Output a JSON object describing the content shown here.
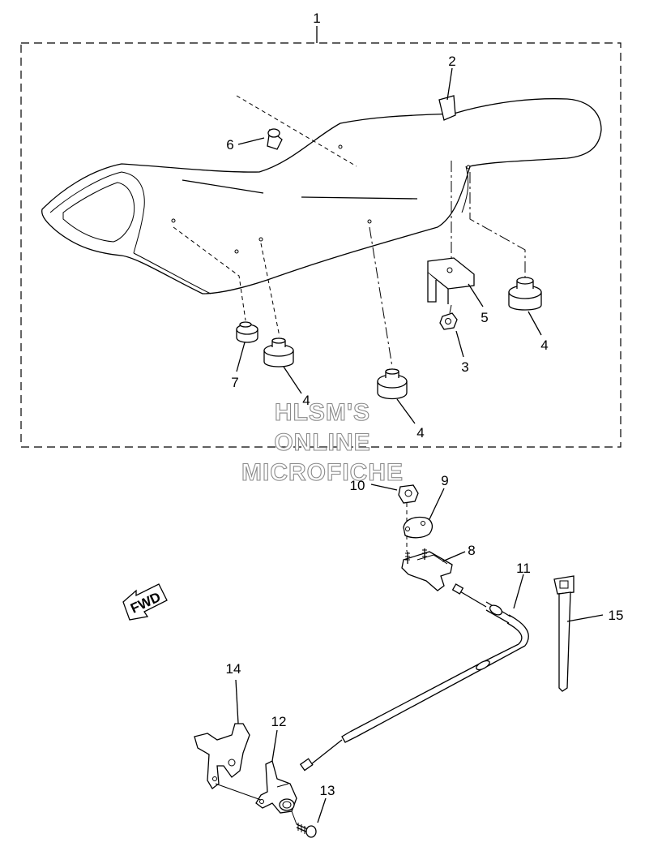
{
  "callouts": {
    "c1": "1",
    "c2": "2",
    "c3": "3",
    "c4a": "4",
    "c4b": "4",
    "c4c": "4",
    "c5": "5",
    "c6": "6",
    "c7": "7",
    "c8": "8",
    "c9": "9",
    "c10": "10",
    "c11": "11",
    "c12": "12",
    "c13": "13",
    "c14": "14",
    "c15": "15"
  },
  "watermark": {
    "line1": "HLSM'S",
    "line2": "ONLINE",
    "line3": "MICROFICHE"
  },
  "fwd_arrow": {
    "label": "FWD"
  }
}
